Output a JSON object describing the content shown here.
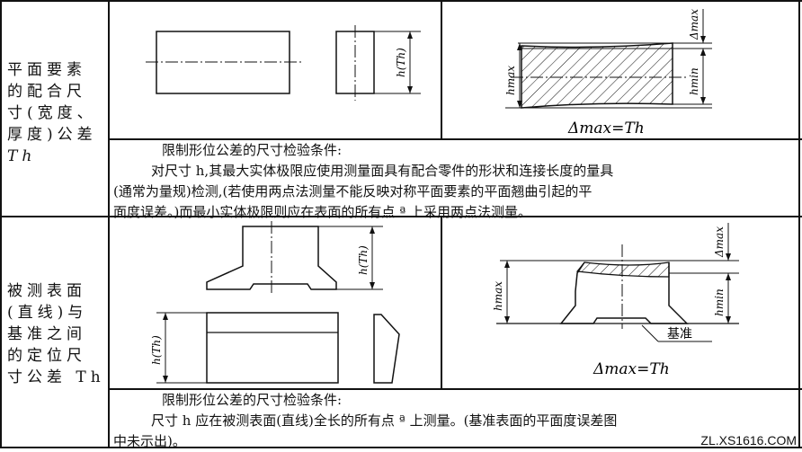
{
  "row1": {
    "label_lines": [
      "平面要素",
      "的配合尺",
      "寸(宽度、",
      "厚度)公差",
      "Th"
    ],
    "fig_left": {
      "h_label": "h(Th)"
    },
    "fig_right": {
      "delta_max": "Δmax",
      "h_max": "hmax",
      "h_min": "hmin",
      "formula": "Δmax=Th"
    },
    "condition": {
      "title": "限制形位公差的尺寸检验条件:",
      "lines": [
        "对尺寸 h,其最大实体极限应使用测量面具有配合零件的形状和连接长度的量具",
        "(通常为量规)检测,(若使用两点法测量不能反映对称平面要素的平面翘曲引起的平",
        "面度误差。)而最小实体极限则应在表面的所有点 ª 上采用两点法测量。"
      ]
    }
  },
  "row2": {
    "label_lines": [
      "被测表面",
      "(直线)与",
      "基准之间",
      "的定位尺",
      "寸公差 Th"
    ],
    "fig_left": {
      "h_label_top": "h(Th)",
      "h_label_bottom": "h(Th)"
    },
    "fig_right": {
      "delta_max": "Δmax",
      "h_max": "hmax",
      "h_min": "hmin",
      "datum": "基准",
      "formula": "Δmax=Th"
    },
    "condition": {
      "title": "限制形位公差的尺寸检验条件:",
      "lines": [
        "尺寸 h 应在被测表面(直线)全长的所有点 ª 上测量。(基准表面的平面度误差图",
        "中未示出)。"
      ]
    }
  },
  "watermark": "ZL.XS1616.COM"
}
